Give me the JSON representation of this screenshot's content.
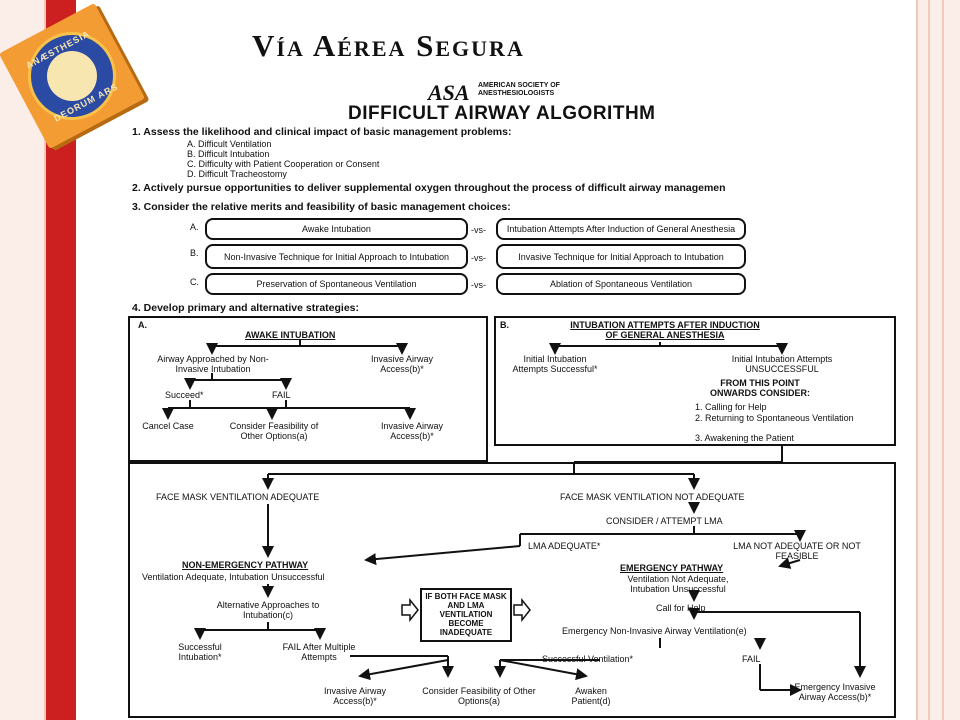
{
  "slide": {
    "title": "Vía Aérea Segura"
  },
  "logo": {
    "top_text": "ANÆSTHESIA",
    "bottom_text": "DEORUM ARS"
  },
  "header": {
    "asa_mark": "ASA",
    "organization": "AMERICAN SOCIETY OF ANESTHESIOLOGISTS",
    "algorithm_title": "DIFFICULT AIRWAY ALGORITHM"
  },
  "steps": {
    "s1": "1.  Assess the likelihood and clinical impact of basic management problems:",
    "s1_items": [
      "A.  Difficult Ventilation",
      "B.  Difficult Intubation",
      "C.  Difficulty with Patient Cooperation or Consent",
      "D.  Difficult Tracheostomy"
    ],
    "s2": "2.  Actively pursue opportunities to deliver supplemental oxygen throughout the process of difficult airway managemen",
    "s3": "3.  Consider the relative merits and feasibility of basic management choices:",
    "s4": "4.  Develop primary and alternative strategies:"
  },
  "choices": [
    {
      "letter": "A.",
      "left": "Awake Intubation",
      "vs": "-vs-",
      "right": "Intubation Attempts After Induction of General Anesthesia"
    },
    {
      "letter": "B.",
      "left": "Non-Invasive Technique for Initial Approach to Intubation",
      "vs": "-vs-",
      "right": "Invasive Technique for Initial Approach to Intubation"
    },
    {
      "letter": "C.",
      "left": "Preservation of Spontaneous Ventilation",
      "vs": "-vs-",
      "right": "Ablation of Spontaneous Ventilation"
    }
  ],
  "panel_a": {
    "letter": "A.",
    "heading": "AWAKE INTUBATION",
    "approach_noninvasive": "Airway Approached by Non-Invasive Intubation",
    "invasive_access": "Invasive Airway Access(b)*",
    "succeed": "Succeed*",
    "fail": "FAIL",
    "cancel_case": "Cancel Case",
    "consider_feasibility": "Consider Feasibility of Other Options(a)",
    "invasive_access_2": "Invasive Airway Access(b)*"
  },
  "panel_b": {
    "letter": "B.",
    "heading": "INTUBATION ATTEMPTS AFTER INDUCTION OF GENERAL ANESTHESIA",
    "initial_successful": "Initial Intubation Attempts Successful*",
    "initial_unsuccessful": "Initial Intubation Attempts UNSUCCESSFUL",
    "from_this_point": "FROM THIS POINT ONWARDS CONSIDER:",
    "consider_items": [
      "1.  Calling for Help",
      "2.  Returning to Spontaneous Ventilation",
      "3.  Awakening the Patient"
    ]
  },
  "lower": {
    "fm_adequate": "FACE MASK VENTILATION ADEQUATE",
    "fm_not_adequate": "FACE MASK VENTILATION NOT ADEQUATE",
    "consider_lma": "CONSIDER / ATTEMPT LMA",
    "lma_adequate": "LMA ADEQUATE*",
    "lma_not_adequate": "LMA NOT ADEQUATE OR NOT FEASIBLE",
    "non_emergency": "NON-EMERGENCY PATHWAY",
    "non_emergency_sub": "Ventilation Adequate, Intubation Unsuccessful",
    "emergency": "EMERGENCY PATHWAY",
    "emergency_sub": "Ventilation Not Adequate, Intubation Unsuccessful",
    "alt_approaches": "Alternative Approaches to Intubation(c)",
    "if_both": "IF BOTH FACE MASK AND LMA VENTILATION BECOME INADEQUATE",
    "call_help": "Call for Help",
    "emergency_noninvasive": "Emergency Non-Invasive Airway Ventilation(e)",
    "successful_intubation": "Successful Intubation*",
    "fail_after": "FAIL After Multiple Attempts",
    "successful_ventilation": "Successful Ventilation*",
    "fail": "FAIL",
    "invasive_access": "Invasive Airway Access(b)*",
    "consider_feasibility": "Consider Feasibility of Other Options(a)",
    "awaken": "Awaken Patient(d)",
    "emergency_invasive": "Emergency Invasive Airway Access(b)*"
  }
}
